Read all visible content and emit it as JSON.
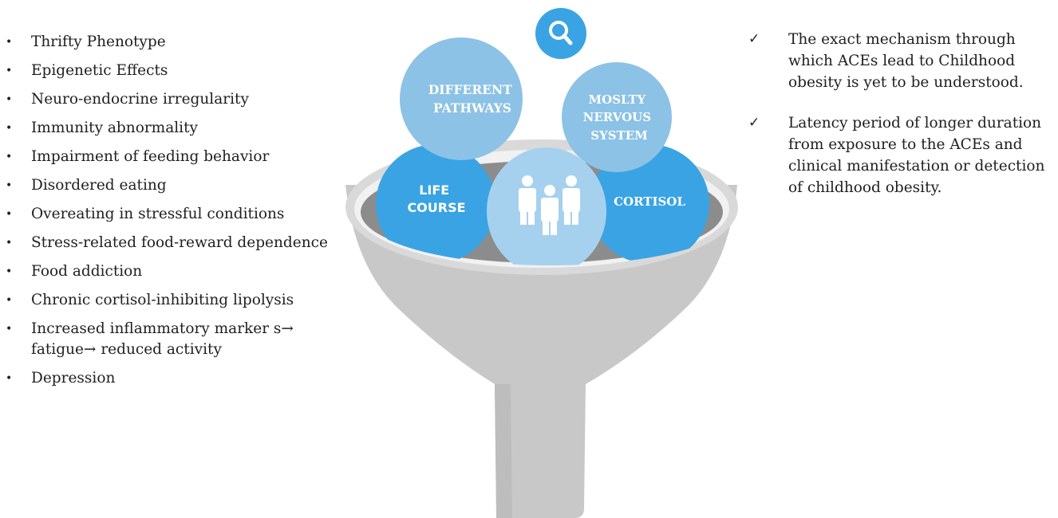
{
  "left_list": [
    "Thrifty Phenotype",
    "Epigenetic Effects",
    "Neuro-endocrine irregularity",
    "Immunity abnormality",
    "Impairment of feeding behavior",
    "Disordered eating",
    "Overeating in stressful conditions",
    "Stress-related food-reward dependence",
    "Food addiction",
    "Chronic cortisol-inhibiting lipolysis",
    " Increased inflammatory marker s→ fatigue→ reduced activity",
    "Depression"
  ],
  "right_list": [
    "The exact mechanism through which ACEs lead to Childhood obesity is yet to be understood.",
    "Latency period of longer duration from exposure to the ACEs and clinical manifestation or detection of childhood obesity."
  ],
  "bullet_char": "•",
  "check_char": "✓",
  "funnel": {
    "circle_different": [
      "DIFFERENT",
      "PATHWAYS"
    ],
    "circle_nervous": [
      "MOSLTY",
      "NERVOUS",
      "SYSTEM"
    ],
    "circle_life": [
      "LIFE",
      "COURSE"
    ],
    "circle_cortisol": [
      "CORTISOL"
    ]
  },
  "colors": {
    "dark_blue": "#3aa3e3",
    "mid_blue": "#8cc2e6",
    "light_blue": "#a6d1ee",
    "funnel_gray": "#c8c8c8"
  }
}
